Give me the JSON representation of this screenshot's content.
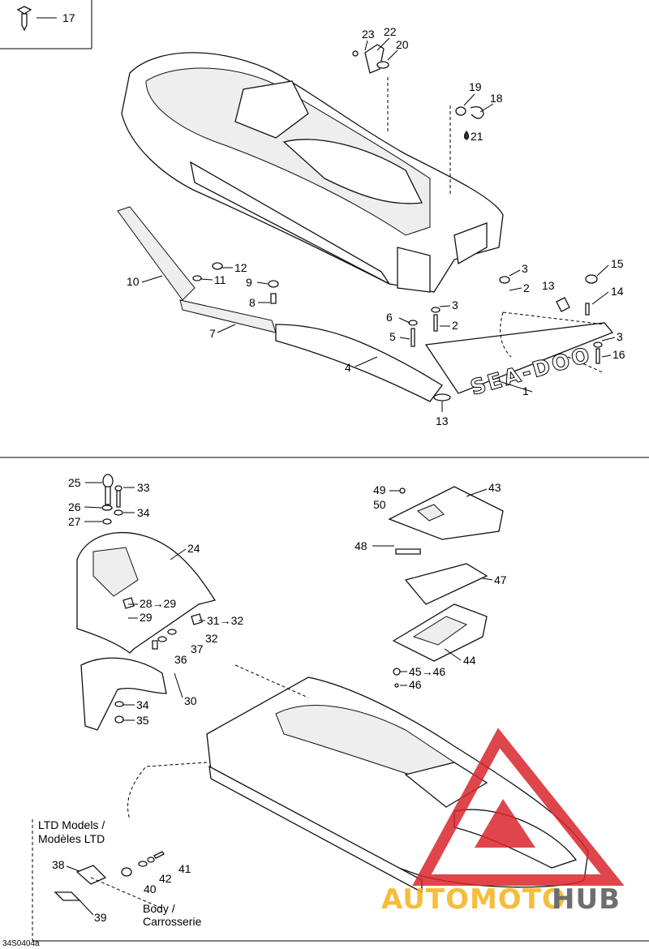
{
  "callouts_top": [
    "17",
    "23",
    "22",
    "20",
    "19",
    "18",
    "21",
    "12",
    "11",
    "10",
    "9",
    "8",
    "7",
    "3",
    "2",
    "13",
    "15",
    "14",
    "6",
    "5",
    "4",
    "1",
    "16"
  ],
  "callouts_bottom": [
    "25",
    "33",
    "26",
    "34",
    "27",
    "24",
    "28→29",
    "29",
    "31→32",
    "32",
    "37",
    "36",
    "30",
    "35",
    "49",
    "43",
    "50",
    "48",
    "47",
    "44",
    "45→46",
    "46",
    "41",
    "42",
    "40",
    "38",
    "39"
  ],
  "sea_doo_logo": "SEA-DOO",
  "ltd_label_line1": "LTD Models /",
  "ltd_label_line2": "Modèles LTD",
  "body_label_line1": "Body /",
  "body_label_line2": "Carrosserie",
  "figure_code": "34S0404a",
  "watermark": {
    "text_a": "AUTOMOTO",
    "text_b": "HUB",
    "color_a": "#f5b21a",
    "color_b": "#555555",
    "logo_color": "#d9262c"
  }
}
